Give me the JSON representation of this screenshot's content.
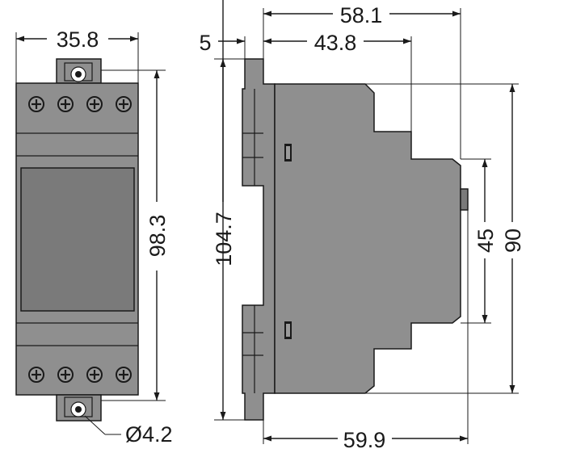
{
  "dimensions": {
    "front_width": "35.8",
    "front_height": "98.3",
    "hole_diameter": "Ø4.2",
    "rail_offset": "5",
    "depth_front": "43.8",
    "depth_overall": "58.1",
    "height_overall": "104.7",
    "depth_bottom": "59.9",
    "height_step": "45",
    "height_body": "90"
  },
  "colors": {
    "body": "#8f8f8f",
    "outline": "#1a1a1a",
    "panel": "#7a7a7a",
    "terminal": "#9a9a9a",
    "background": "#ffffff"
  },
  "terminals": {
    "top_count": 4,
    "bottom_count": 4
  }
}
